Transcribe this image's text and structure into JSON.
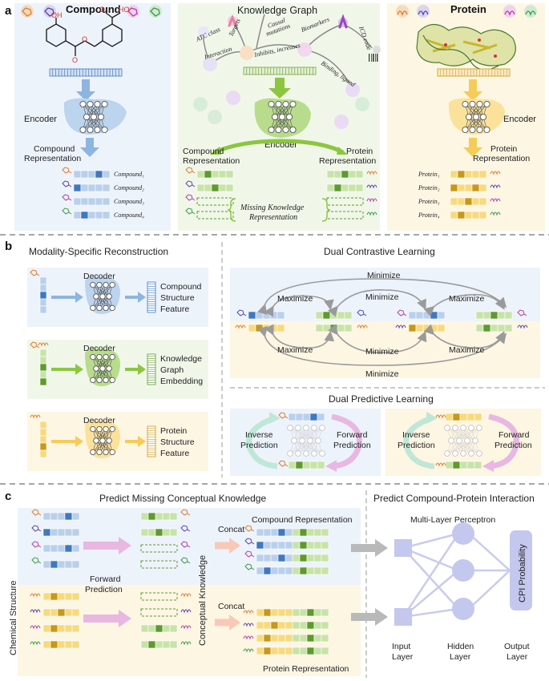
{
  "panel_a": {
    "label": "a",
    "compound": {
      "title": "Compound",
      "encoder": "Encoder",
      "repr_line1": "Compound",
      "repr_line2": "Representation",
      "rows": [
        "Compound₁",
        "Compound₂",
        "Compound₃",
        "Compound₄"
      ]
    },
    "kg": {
      "title": "Knowledge Graph",
      "edges": {
        "atc": "ATC class",
        "targets": "Targets",
        "causal_line1": "Causal",
        "causal_line2": "mutations",
        "biomarkers": "Biomarkers",
        "icd": "ICD code",
        "interaction": "Interaction",
        "inhibits": "Inhibits, increases",
        "binding": "Binding, ligand"
      },
      "encoder": "Encoder",
      "compound_repr_line1": "Compound",
      "compound_repr_line2": "Representation",
      "protein_repr_line1": "Protein",
      "protein_repr_line2": "Representation",
      "missing_line1": "Missing Knowledge",
      "missing_line2": "Representation"
    },
    "protein": {
      "title": "Protein",
      "encoder": "Encoder",
      "repr_line1": "Protein",
      "repr_line2": "Representation",
      "rows": [
        "Protein₁",
        "Protein₂",
        "Protein₃",
        "Protein₄"
      ]
    }
  },
  "panel_b": {
    "label": "b",
    "msr_title": "Modality-Specific Reconstruction",
    "decoder": "Decoder",
    "out1_line1": "Compound",
    "out1_line2": "Structure",
    "out1_line3": "Feature",
    "out2_line1": "Knowledge",
    "out2_line2": "Graph",
    "out2_line3": "Embedding",
    "out3_line1": "Protein",
    "out3_line2": "Structure",
    "out3_line3": "Feature",
    "dcl_title": "Dual Contrastive Learning",
    "minimize": "Minimize",
    "maximize": "Maximize",
    "dpl_title": "Dual Predictive Learning",
    "inverse_line1": "Inverse",
    "inverse_line2": "Prediction",
    "forward_line1": "Forward",
    "forward_line2": "Prediction"
  },
  "panel_c": {
    "label": "c",
    "pmck_title": "Predict Missing Conceptual Knowledge",
    "chem_structure": "Chemical Structure",
    "forward_line1": "Forward",
    "forward_line2": "Prediction",
    "conceptual_knowledge": "Conceptual Knowledge",
    "concat": "Concat",
    "compound_repr": "Compound Representation",
    "protein_repr": "Protein Representation",
    "pcpi_title": "Predict Compound-Protein Interaction",
    "mlp_title": "Multi-Layer Perceptron",
    "cpi_prob": "CPI Probability",
    "input_line1": "Input",
    "input_line2": "Layer",
    "hidden_line1": "Hidden",
    "hidden_line2": "Layer",
    "output_line1": "Output",
    "output_line2": "Layer"
  },
  "colors": {
    "compound_bg": "#edf3fb",
    "kg_bg": "#f0f7e9",
    "protein_bg": "#fdf6e3",
    "blue_dark": "#3f78c0",
    "blue_light": "#b9d0ec",
    "green_dark": "#5e9a2c",
    "green_light": "#c8e3a8",
    "gold_dark": "#c8981a",
    "gold_light": "#f7da7e",
    "arrow_blue": "#8db5e0",
    "arrow_green": "#8cc63f",
    "arrow_gold": "#f5cc57",
    "arrow_pink": "#e8b7e2",
    "arrow_salmon": "#f8c9b8",
    "gray": "#9a9a9a"
  }
}
